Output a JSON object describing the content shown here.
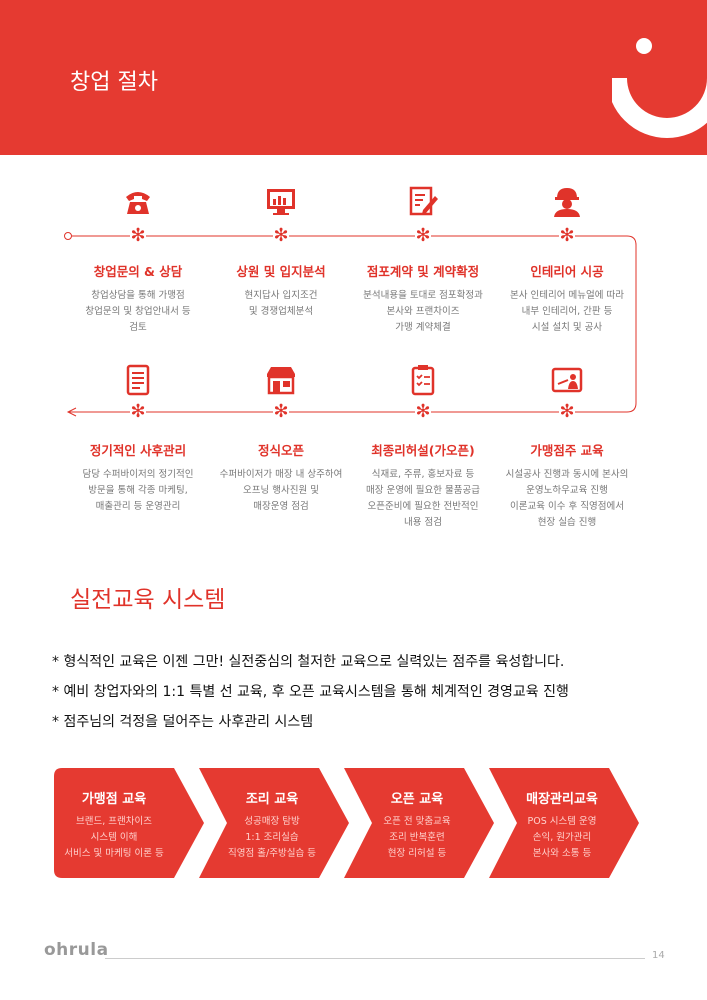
{
  "header": {
    "title": "창업 절차"
  },
  "process": {
    "row1": [
      {
        "icon": "telephone-icon",
        "title": "창업문의 & 상담",
        "desc": [
          "창업상담을 통해 가맹점",
          "창업문의 및 창업안내서 등",
          "검토"
        ]
      },
      {
        "icon": "monitor-chart-icon",
        "title": "상원 및 입지분석",
        "desc": [
          "현지답사 입지조건",
          "및 경쟁업체분석"
        ]
      },
      {
        "icon": "contract-edit-icon",
        "title": "점포계약 및 계약확정",
        "desc": [
          "분석내용을 토대로 점포확정과",
          "본사와 프랜차이즈",
          "가맹 계약체결"
        ]
      },
      {
        "icon": "worker-helmet-icon",
        "title": "인테리어 시공",
        "desc": [
          "본사 인테리어 메뉴얼에 따라",
          "내부 인테리어, 간판 등",
          "시설 설치 및 공사"
        ]
      }
    ],
    "row2": [
      {
        "icon": "document-icon",
        "title": "정기적인 사후관리",
        "desc": [
          "담당 수퍼바이저의 정기적인",
          "방문을 통해 각종 마케팅,",
          "매출관리 등 운영관리"
        ]
      },
      {
        "icon": "storefront-icon",
        "title": "정식오픈",
        "desc": [
          "수퍼바이저가 매장 내 상주하여",
          "오프닝 행사진원 및",
          "매장운영 점검"
        ]
      },
      {
        "icon": "clipboard-check-icon",
        "title": "최종리허설(가오픈)",
        "desc": [
          "식재료, 주류, 홍보자료 등",
          "매장 운영에 필요한 물품공급",
          "오픈준비에 필요한 전반적인",
          "내용 점검"
        ]
      },
      {
        "icon": "presentation-board-icon",
        "title": "가맹점주 교육",
        "desc": [
          "시설공사 진행과 동시에 본사의",
          "운영노하우교육 진행",
          "이론교육 이수 후 직영점에서",
          "현장 실습 진행"
        ]
      }
    ]
  },
  "education": {
    "title": "실전교육 시스템",
    "bullets": [
      "형식적인 교육은 이젠 그만! 실전중심의 철저한 교육으로 실력있는 점주를 육성합니다.",
      "예비 창업자와의 1:1 특별 선 교육, 후 오픈 교육시스템을 통해 체계적인 경영교육 진행",
      "점주님의 걱정을 덜어주는 사후관리 시스템"
    ],
    "bullet_mark": "*",
    "steps": [
      {
        "title": "가맹점 교육",
        "desc": [
          "브랜드, 프랜차이즈",
          "시스템 이해",
          "서비스 및 마케팅 이론 등"
        ]
      },
      {
        "title": "조리 교육",
        "desc": [
          "성공매장 탐방",
          "1:1 조리실습",
          "직영점 홀/주방실습 등"
        ]
      },
      {
        "title": "오픈 교육",
        "desc": [
          "오픈 전 맞춤교육",
          "조리 반복훈련",
          "현장 리허설 등"
        ]
      },
      {
        "title": "매장관리교육",
        "desc": [
          "POS 시스템 운영",
          "손익, 원가관리",
          "본사와 소통 등"
        ]
      }
    ]
  },
  "footer": {
    "logo": "ohrula",
    "page": "14"
  },
  "colors": {
    "accent": "#e53a31"
  }
}
